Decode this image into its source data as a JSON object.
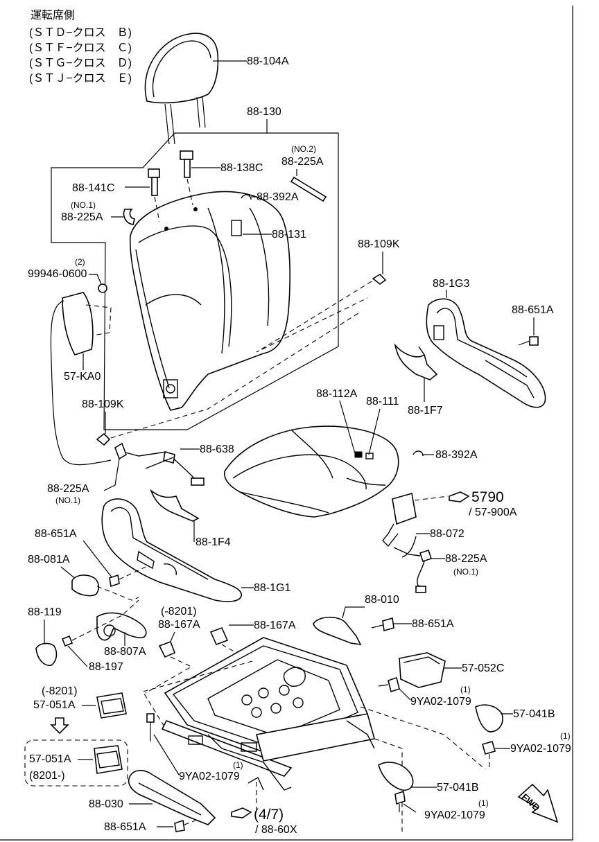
{
  "header": {
    "title": "運転席側",
    "lines": [
      "(ＳＴＤ−クロス　Ｂ)",
      "(ＳＴＦ−クロス　Ｃ)",
      "(ＳＴＧ−クロス　Ｄ)",
      "(ＳＴＪ−クロス　Ｅ)"
    ]
  },
  "labels": {
    "p88_104A": "88-104A",
    "p88_130": "88-130",
    "p88_138C": "88-138C",
    "p88_225A_no2_note": "(NO.2)",
    "p88_225A_no2": "88-225A",
    "p88_141C": "88-141C",
    "p88_392A_top": "88-392A",
    "p88_225A_no1_note": "(NO.1)",
    "p88_225A_no1": "88-225A",
    "p88_131": "88-131",
    "p99946_qty": "(2)",
    "p99946": "99946-0600",
    "p88_109K_top": "88-109K",
    "p88_1G3": "88-1G3",
    "p88_651A_right": "88-651A",
    "p57_KA0": "57-KA0",
    "p88_1F7": "88-1F7",
    "p88_112A": "88-112A",
    "p88_111": "88-111",
    "p88_109K_left": "88-109K",
    "p88_638": "88-638",
    "p88_392A_mid": "88-392A",
    "p88_225A_left": "88-225A",
    "p88_225A_left_note": "(NO.1)",
    "p5790": "5790",
    "p57_900A": "/ 57-900A",
    "p88_1F4": "88-1F4",
    "p88_072": "88-072",
    "p88_651A_left": "88-651A",
    "p88_225A_right": "88-225A",
    "p88_225A_right_note": "(NO.1)",
    "p88_081A": "88-081A",
    "p88_1G1": "88-1G1",
    "p88_010": "88-010",
    "p8201_a": "(-8201)",
    "p88_119": "88-119",
    "p88_167A_left": "88-167A",
    "p88_167A_right": "88-167A",
    "p88_651A_mid": "88-651A",
    "p88_807A": "88-807A",
    "p88_197": "88-197",
    "p57_052C": "57-052C",
    "p8201_b": "(-8201)",
    "p9YA02_top_qty": "(1)",
    "p9YA02_top": "9YA02-1079",
    "p57_051A_top": "57-051A",
    "p57_041B_top": "57-041B",
    "p9YA02_right_qty": "(1)",
    "p9YA02_right": "9YA02-1079",
    "p57_051A_box": "57-051A",
    "p8201_box": "(8201-)",
    "p9YA02_bottom_qty": "(1)",
    "p9YA02_bottom": "9YA02-1079",
    "p57_041B_bottom": "57-041B",
    "p88_030": "88-030",
    "p47": "(4/7)",
    "p88_60X": "/ 88-60X",
    "p9YA02_br_qty": "(1)",
    "p9YA02_br": "9YA02-1079",
    "p88_651A_bottom": "88-651A",
    "fwd": "FWD"
  }
}
